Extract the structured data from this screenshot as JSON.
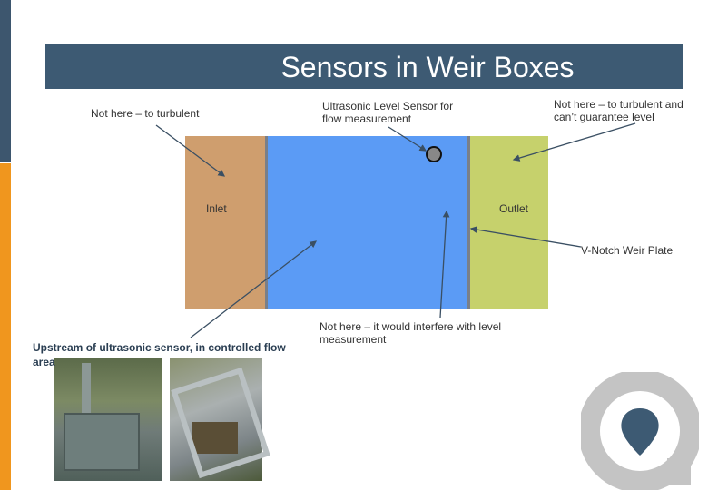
{
  "title": "Sensors in Weir Boxes",
  "labels": {
    "not_here_inlet": "Not here – to turbulent",
    "ultrasonic_line1": "Ultrasonic Level Sensor for",
    "ultrasonic_line2": "flow measurement",
    "not_here_outlet_line1": "Not here – to turbulent and",
    "not_here_outlet_line2": "can’t guarantee level",
    "inlet": "Inlet",
    "outlet": "Outlet",
    "weir_plate": "V-Notch Weir Plate",
    "interfere_line1": "Not here – it would interfere with level",
    "interfere_line2": "measurement",
    "upstream_line1": "Upstream of ultrasonic sensor, in controlled flow",
    "upstream_line2": "area"
  },
  "colors": {
    "title_bar": "#3d5a73",
    "inlet": "#cf9e6e",
    "middle": "#5b9bf5",
    "outlet": "#c6d16c",
    "accent_orange": "#f0961e",
    "logo_gray": "#c4c4c4",
    "logo_drop": "#3d5a73"
  },
  "icons": {
    "sensor": "circle-sensor-icon",
    "logo": "location-pin-logo-icon"
  }
}
